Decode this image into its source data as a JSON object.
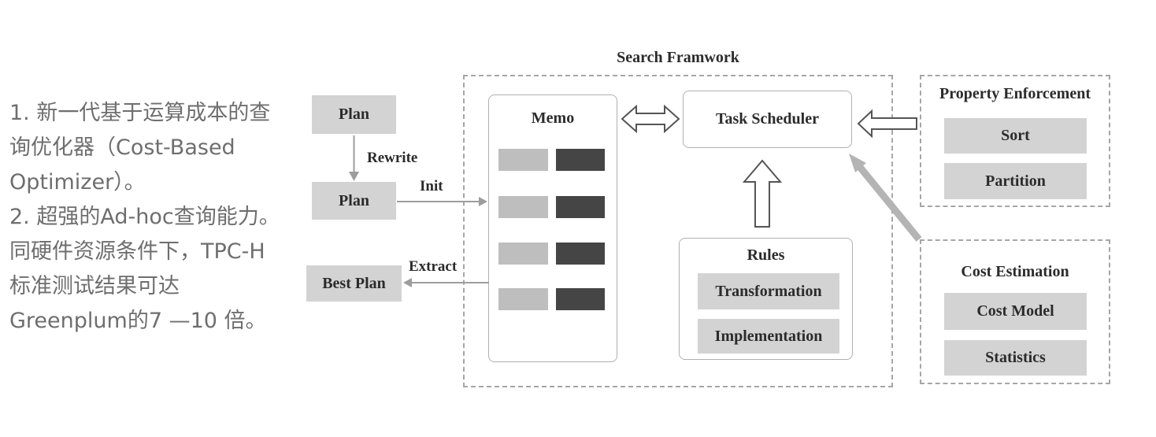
{
  "sidebar_text": {
    "lines": [
      "1. 新一代基于运算成本的查",
      "询优化器（Cost-Based",
      "Optimizer）。",
      "2. 超强的Ad-hoc查询能力。",
      "同硬件资源条件下，TPC-H",
      "标准测试结果可达",
      "Greenplum的7 —10 倍。"
    ]
  },
  "diagram": {
    "title": "Search Framwork",
    "plan_top": "Plan",
    "plan_bottom": "Plan",
    "best_plan": "Best Plan",
    "labels": {
      "rewrite": "Rewrite",
      "init": "Init",
      "extract": "Extract"
    },
    "memo": {
      "title": "Memo",
      "rows": 4
    },
    "task_scheduler": "Task Scheduler",
    "rules": {
      "title": "Rules",
      "items": [
        "Transformation",
        "Implementation"
      ]
    },
    "property_enforcement": {
      "title": "Property Enforcement",
      "items": [
        "Sort",
        "Partition"
      ]
    },
    "cost_estimation": {
      "title": "Cost Estimation",
      "items": [
        "Cost Model",
        "Statistics"
      ]
    }
  },
  "colors": {
    "box_fill": "#d3d3d3",
    "memo_light": "#bebebe",
    "memo_dark": "#454545",
    "rounded_border": "#b0b0b0",
    "dashed_border": "#a6a6a6",
    "thin_arrow": "#9d9d9d",
    "thick_arrow": "#b4b4b4",
    "hollow_arrow_stroke": "#555555",
    "diagram_text": "#2b2b2b",
    "description_text": "#6e6e6e"
  }
}
